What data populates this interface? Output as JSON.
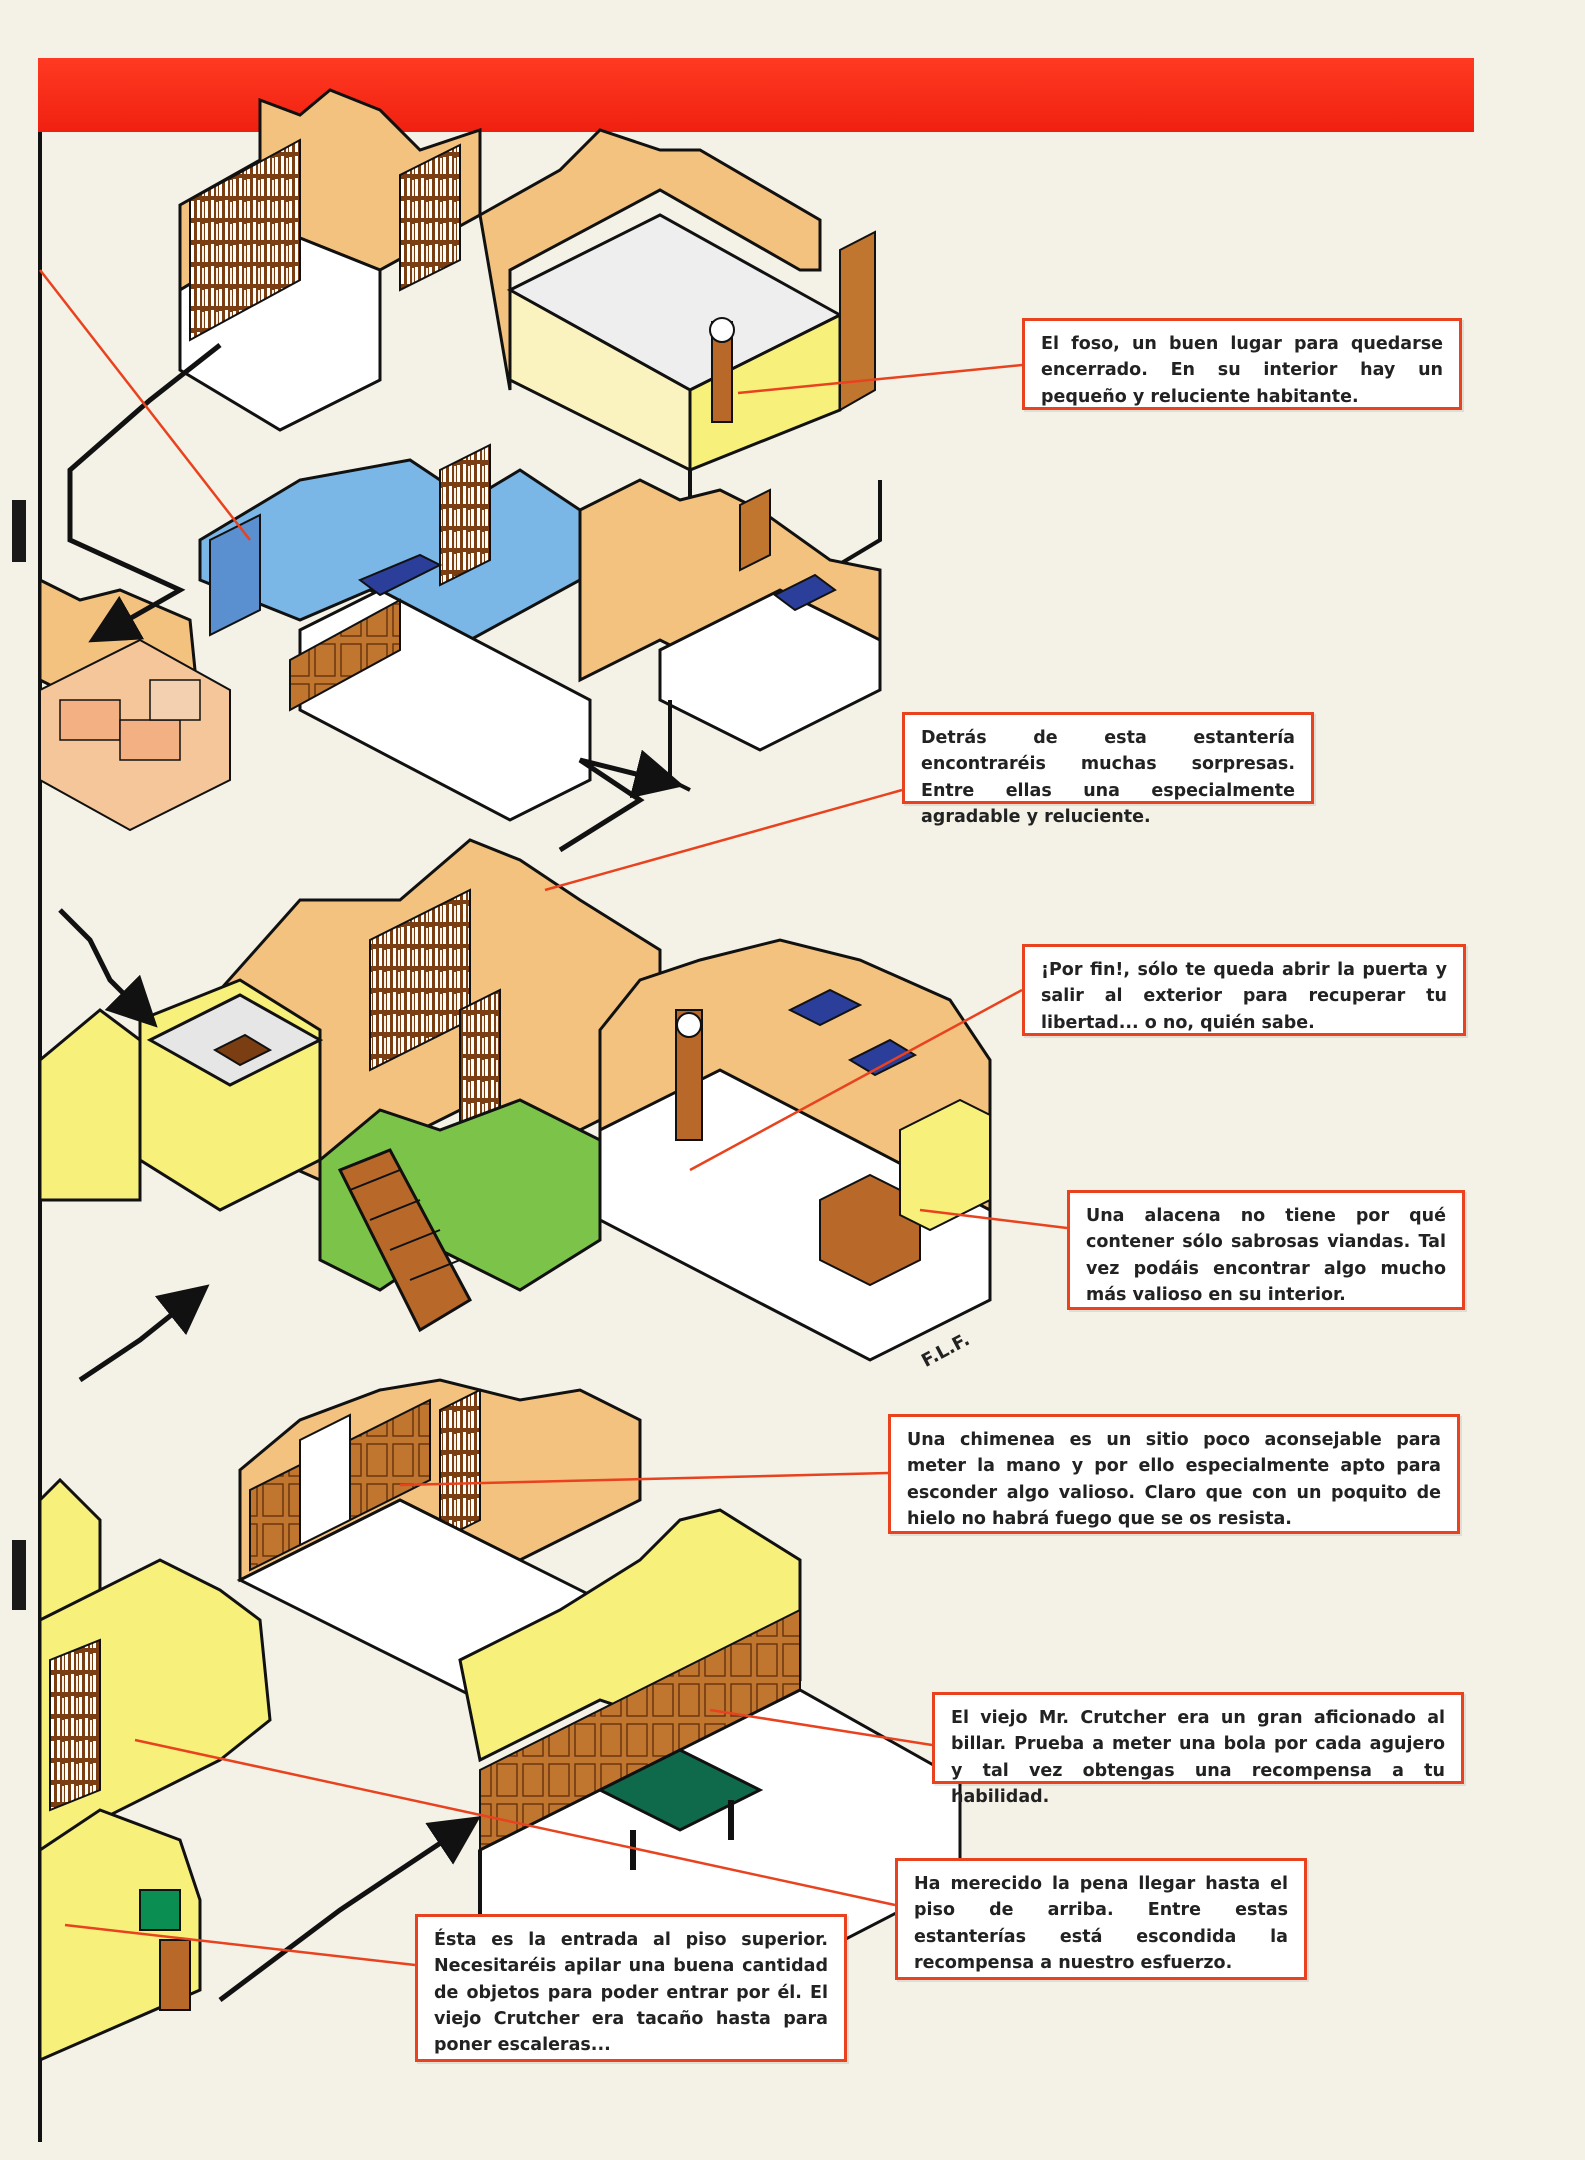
{
  "colors": {
    "band_red": "#f02010",
    "callout_border": "#e8421e",
    "pointer_line": "#e8421e",
    "wood": "#b8692a",
    "wall_yellow": "#f7f07a",
    "wall_orange": "#f3c27e",
    "wall_blue": "#7ab7e6",
    "wall_green": "#7cc34a",
    "floor": "#ffffff",
    "bed_blue": "#2a3e9a"
  },
  "callouts": [
    {
      "id": "foso",
      "text": "El foso, un buen lugar para quedarse encerrado. En su interior hay un pequeño y reluciente habitante."
    },
    {
      "id": "estanteria",
      "text": "Detrás de esta estantería encontraréis muchas sorpresas. Entre ellas una especialmente agradable y reluciente."
    },
    {
      "id": "puerta",
      "text": "¡Por fin!, sólo te queda abrir la puerta y salir al exterior para recuperar tu libertad... o no, quién sabe."
    },
    {
      "id": "alacena",
      "text": "Una alacena no tiene por qué contener sólo sabrosas viandas. Tal vez podáis encontrar algo mucho más valioso en su interior."
    },
    {
      "id": "chimenea",
      "text": "Una chimenea es un sitio poco aconsejable para meter la mano y por ello especialmente apto para esconder algo valioso. Claro que con un poquito de hielo no habrá fuego que se os resista."
    },
    {
      "id": "billar",
      "text": "El viejo Mr. Crutcher era un gran aficionado al billar. Prueba a meter una bola por cada agujero y tal vez obtengas una recompensa a tu habilidad."
    },
    {
      "id": "piso-arriba",
      "text": "Ha merecido la pena llegar hasta el piso de arriba. Entre estas estanterías está escondida la recompensa a nuestro esfuerzo."
    },
    {
      "id": "entrada",
      "text": "Ésta es la entrada al piso superior. Necesitaréis apilar una buena cantidad de objetos para poder entrar por él. El viejo Crutcher era tacaño hasta para poner escaleras..."
    }
  ],
  "signature": "F.L.F."
}
